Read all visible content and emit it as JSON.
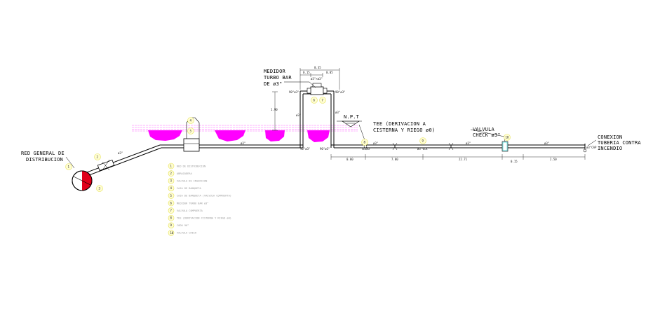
{
  "labels": {
    "medidor": [
      "MEDIDOR",
      "TURBO BAR",
      "DE ø3\""
    ],
    "npt": "N.P.T",
    "tee": [
      "TEE (DERIVACION A",
      "CISTERNA Y RIEGO ø0)"
    ],
    "valvula_check": [
      "VALVULA",
      "CHECK ø3\""
    ],
    "conexion": [
      "CONEXION",
      "TUBERIA CONTRA",
      "INCENDIO"
    ],
    "red_general": [
      "RED GENERAL DE",
      "DISTRIBUCION"
    ]
  },
  "pipe_sizes": {
    "slope": "ø3\"",
    "main_left": "ø3\"",
    "riser_left": "ø3\"",
    "riser_right": "ø3\"",
    "right_seg1": "ø3\"",
    "right_seg2": "ø3\"",
    "right_seg3": "ø3\""
  },
  "elbows": {
    "top_left": "90°ø3\"",
    "top_right": "90°ø3\"",
    "bottom_left": "90°ø3\"",
    "bottom_right": "90°ø3\"",
    "tee": "TEEø3\"",
    "check": "ø3\"VCK",
    "end": "ø3\"CAP"
  },
  "dimensions": {
    "top_total": "0.35",
    "top_left": "0.15",
    "top_right": "0.05",
    "meter_size": "ø3\"×ø3\"",
    "riser_height": "1.90",
    "bottom": [
      "0.80",
      "7.00",
      "22.71",
      "0.15",
      "2.50"
    ]
  },
  "legend": [
    {
      "num": "1",
      "text": "RED DE DISTRIBUCION"
    },
    {
      "num": "2",
      "text": "ABRAZADERA"
    },
    {
      "num": "3",
      "text": "VALVULA DE INSERCION"
    },
    {
      "num": "4",
      "text": "CAJA DE BANQUETA"
    },
    {
      "num": "5",
      "text": "CAJA DE BANQUETA (VALVULA COMPUERTA)"
    },
    {
      "num": "6",
      "text": "MEDIDOR TURBO BAR ø3\""
    },
    {
      "num": "7",
      "text": "VALVULA COMPUERTA"
    },
    {
      "num": "8",
      "text": "TEE (DERIVACION CISTERNA Y RIEGO ø0)"
    },
    {
      "num": "9",
      "text": "CODO 90°"
    },
    {
      "num": "10",
      "text": "VALVULA CHECK"
    }
  ],
  "bubbles": {
    "b1": "1",
    "b2": "2",
    "b3": "3",
    "b4": "4",
    "b5": "5",
    "b6": "6",
    "b7": "7",
    "b8": "8",
    "b9": "9",
    "b10": "10"
  },
  "colors": {
    "ground_band": "#ff66ff",
    "blob": "#ff00ff",
    "red_pipe": "#e0001a",
    "bubble_fill": "#fffdd0",
    "bubble_stroke": "#e6e25a",
    "legend_text": "#9a9a9a",
    "cyan_fitting": "#17d4d4"
  }
}
